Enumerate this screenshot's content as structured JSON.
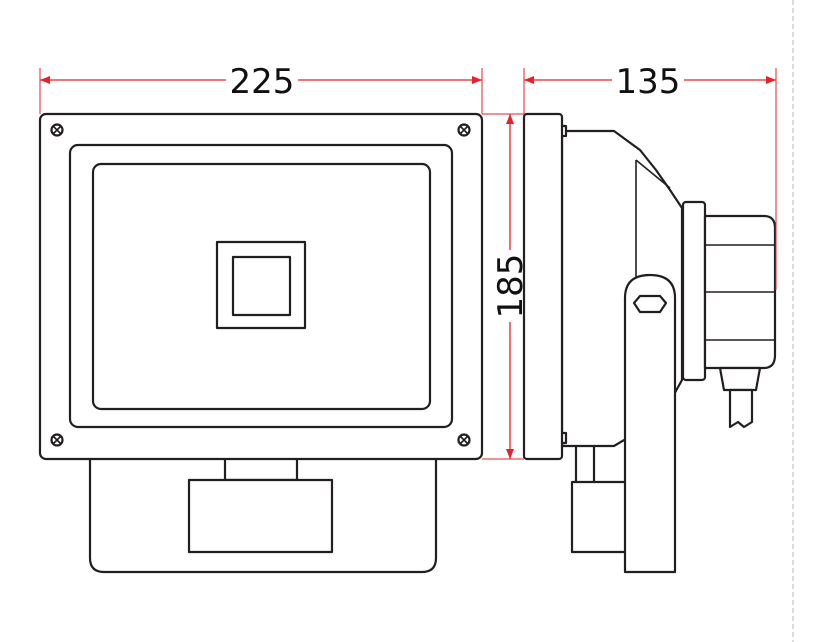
{
  "dimensions": {
    "width": "225",
    "depth": "135",
    "height": "185"
  },
  "colors": {
    "dimension": "#e8202a",
    "outline": "#231f20",
    "background": "#ffffff"
  }
}
